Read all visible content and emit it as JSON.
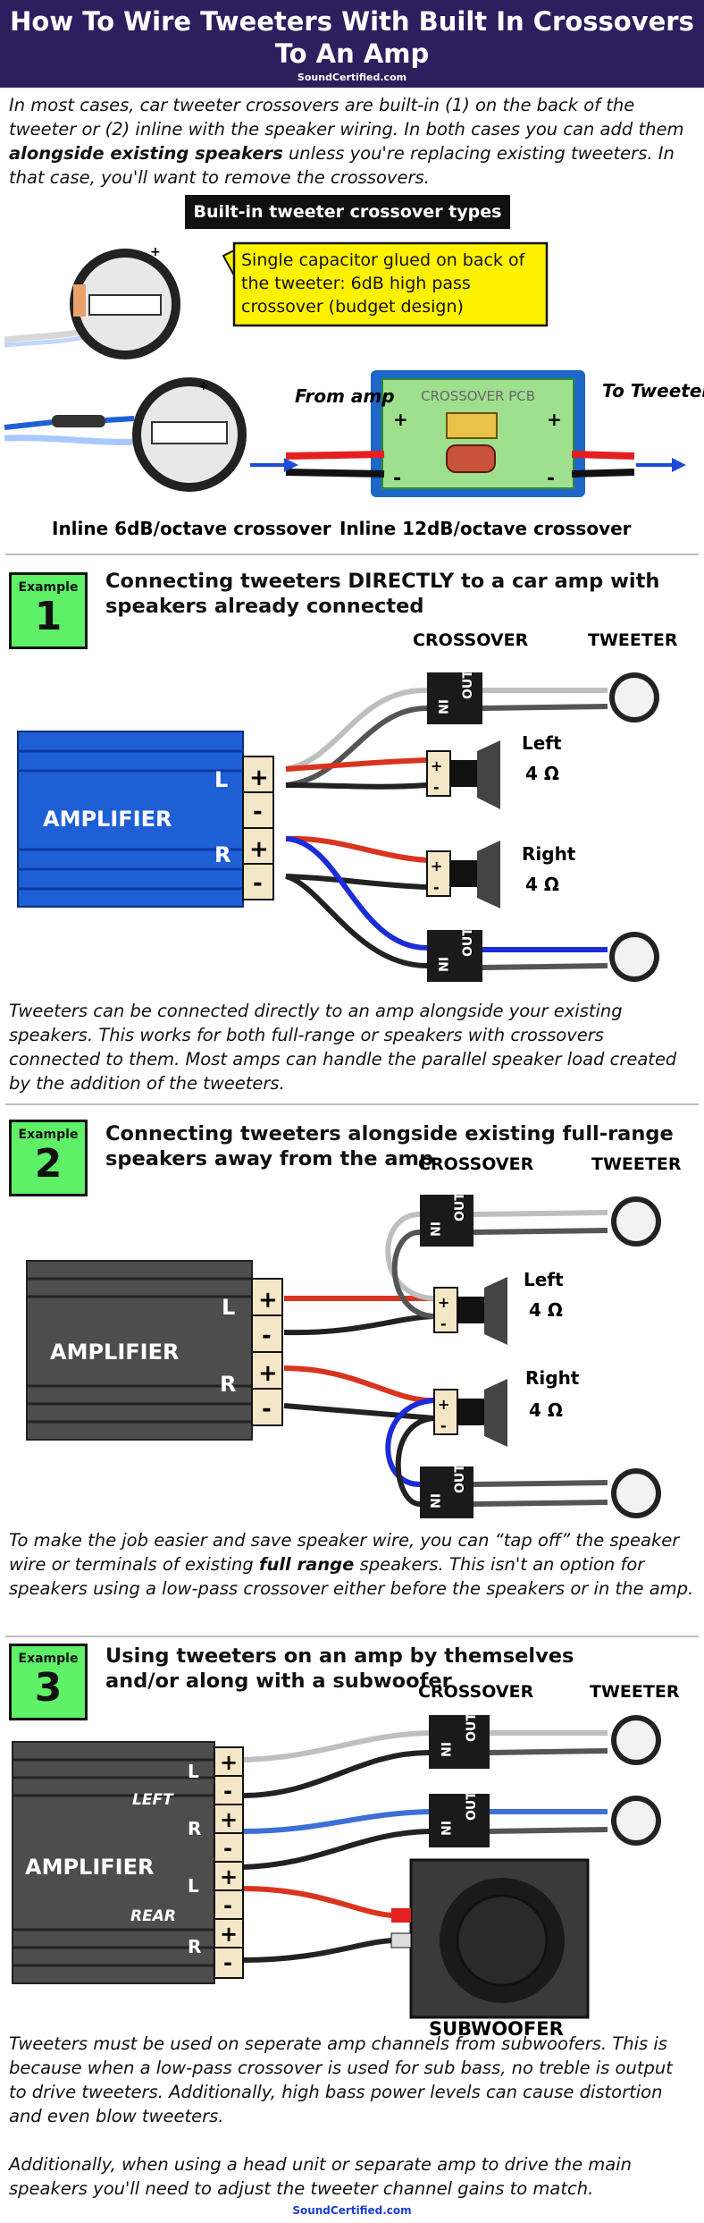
{
  "header": {
    "title": "How To Wire Tweeters With Built In Crossovers To An Amp",
    "source": "SoundCertified.com"
  },
  "intro": {
    "p1": "In most cases, car tweeter crossovers are built-in (1) on the back of the tweeter or (2) inline with the speaker wiring. In both cases you can add them ",
    "p1_bold": "alongside existing speakers",
    "p1_end": " unless you're replacing existing tweeters. In that case, you'll want to remove the crossovers."
  },
  "types": {
    "heading": "Built-in tweeter crossover types",
    "callout": "Single capacitor glued on back of the tweeter: 6dB high pass crossover (budget design)",
    "from_amp": "From amp",
    "to_tweeter": "To Tweeter",
    "pcb_label": "CROSSOVER PCB",
    "inline6": "Inline 6dB/octave crossover",
    "inline12": "Inline 12dB/octave crossover"
  },
  "ex1": {
    "badge_word": "Example",
    "badge_num": "1",
    "title": "Connecting tweeters DIRECTLY to a car amp with speakers already connected",
    "amp": "AMPLIFIER",
    "crossover": "CROSSOVER",
    "tweeter": "TWEETER",
    "left": "Left",
    "right": "Right",
    "ohm": "4 Ω",
    "L": "L",
    "R": "R",
    "in": "IN",
    "out": "OUT",
    "caption": "Tweeters can be connected directly to an amp alongside your existing speakers. This works for both full-range or speakers with crossovers connected to them. Most amps can handle the parallel speaker load created by the addition of the tweeters."
  },
  "ex2": {
    "badge_word": "Example",
    "badge_num": "2",
    "title": "Connecting tweeters alongside existing full-range speakers away from the amp",
    "amp": "AMPLIFIER",
    "crossover": "CROSSOVER",
    "tweeter": "TWEETER",
    "left": "Left",
    "right": "Right",
    "ohm": "4 Ω",
    "L": "L",
    "R": "R",
    "caption_a": "To make the job easier and save speaker wire, you can “tap off” the speaker wire or terminals of existing ",
    "caption_bold": "full range",
    "caption_b": " speakers. This isn't an option for speakers using a low-pass crossover either before the speakers or in the amp."
  },
  "ex3": {
    "badge_word": "Example",
    "badge_num": "3",
    "title": "Using tweeters on an amp by themselves and/or along with a subwoofer",
    "amp": "AMPLIFIER",
    "crossover": "CROSSOVER",
    "tweeter": "TWEETER",
    "subwoofer": "SUBWOOFER",
    "left_group": "LEFT",
    "rear_group": "REAR",
    "L": "L",
    "R": "R",
    "caption1": "Tweeters must be used on seperate amp channels from subwoofers. This is because when a low-pass crossover is used for sub bass, no treble is output to drive tweeters. Additionally, high bass power levels can cause distortion and even blow tweeters.",
    "caption2": "Additionally, when using a head unit or separate amp to drive the main speakers you'll need to adjust the tweeter channel gains to match."
  },
  "footer": {
    "source": "SoundCertified.com"
  },
  "colors": {
    "header_bg": "#2d1f5e",
    "badge": "#5ef066",
    "amp_blue": "#1f5fd6",
    "amp_gray": "#4d4d4d",
    "red_wire": "#d9341f",
    "blue_wire": "#1d2bd8"
  }
}
